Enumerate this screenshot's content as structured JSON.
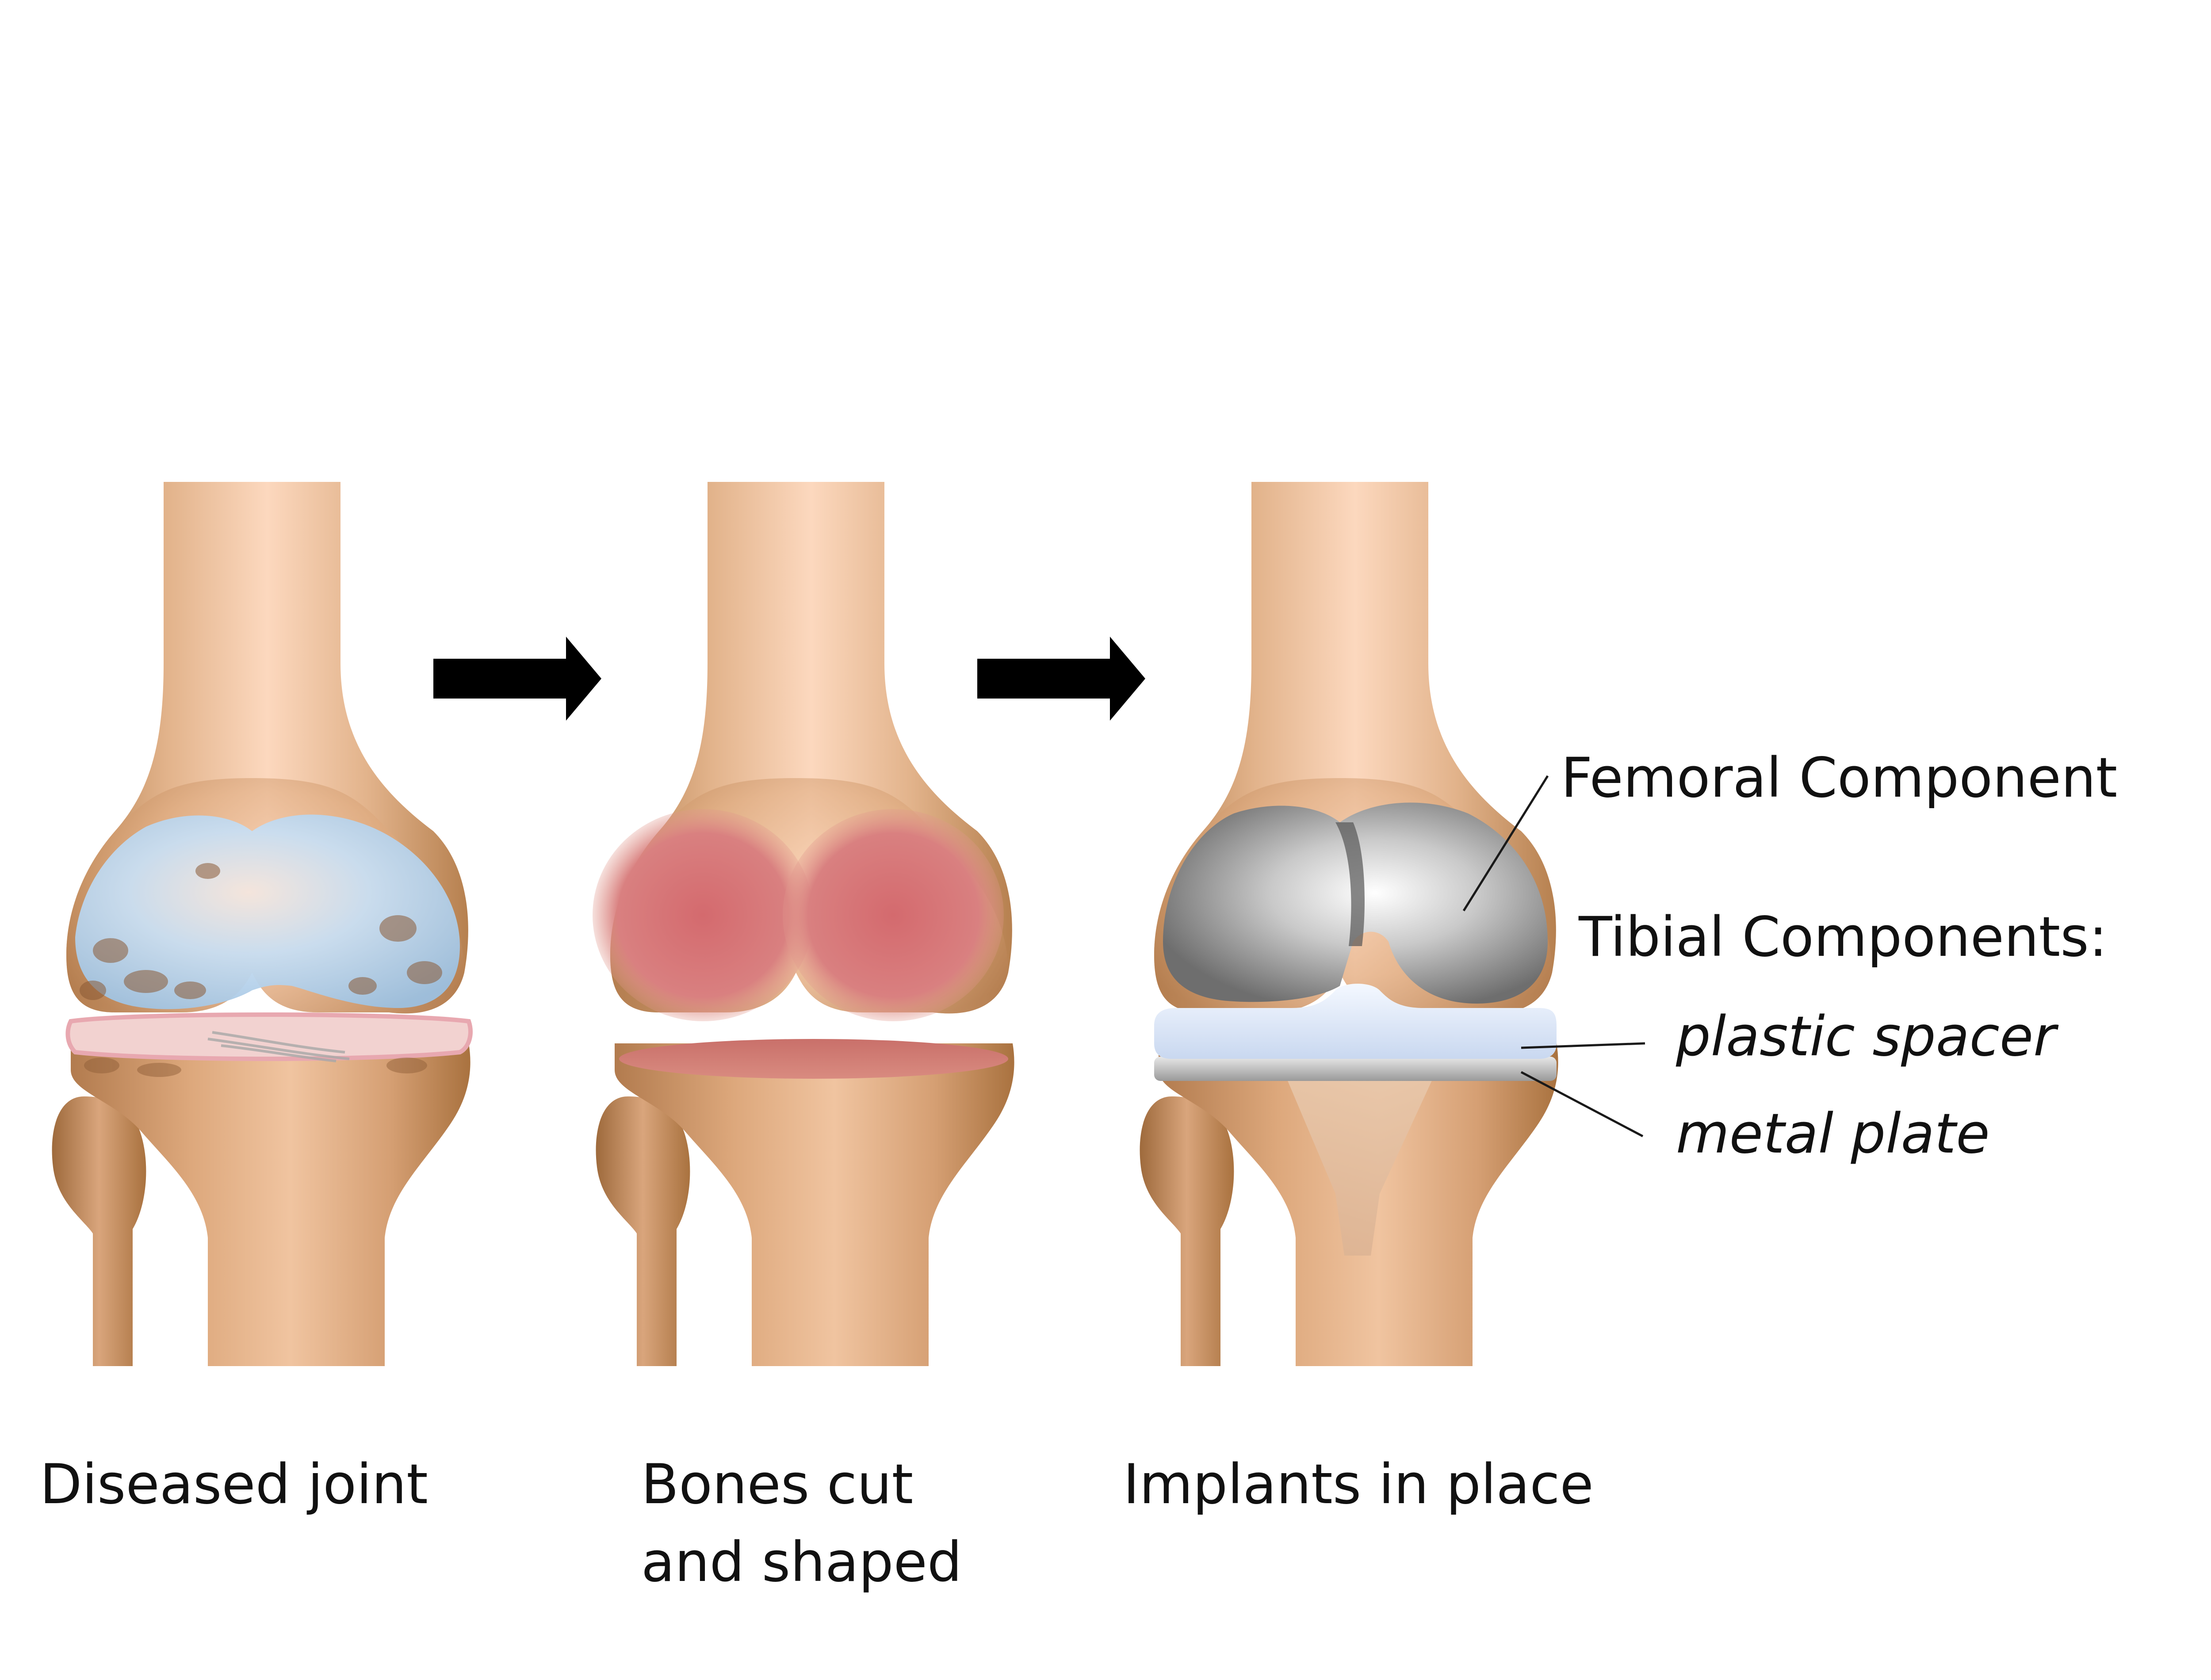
{
  "stages": [
    {
      "caption_lines": [
        "Diseased joint"
      ]
    },
    {
      "caption_lines": [
        "Bones cut",
        "and shaped"
      ]
    },
    {
      "caption_lines": [
        "Implants in place"
      ]
    }
  ],
  "labels": {
    "femoral_component": "Femoral Component",
    "tibial_components": "Tibial Components:",
    "plastic_spacer": "plastic spacer",
    "metal_plate": "metal plate"
  },
  "colors": {
    "bone": "#D9A57C",
    "bone_light": "#FCD8BE",
    "bone_dark": "#B27B4E",
    "cartilage_diseased": "#BCD8EE",
    "cut_surface": "#D47474",
    "implant_metal": "#9A9A9A",
    "plastic_spacer": "#E5EEFA",
    "arrow": "#000000",
    "text": "#111111"
  },
  "icons": [
    "right-arrow-icon",
    "right-arrow-icon"
  ]
}
